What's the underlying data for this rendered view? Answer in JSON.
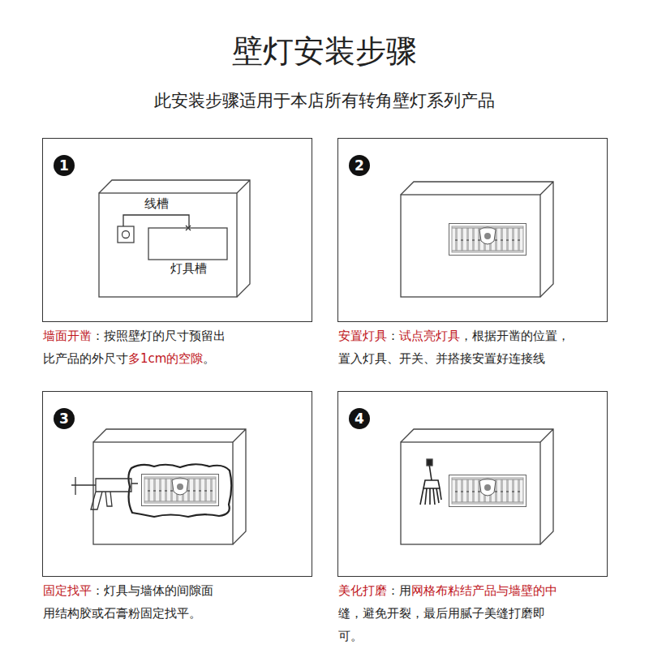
{
  "diagram": {
    "title": "壁灯安装步骤",
    "nodes": [
      {
        "text": [
          "1",
          "墙面开凿",
          "：按照壁灯的尺寸预留出 比产品的外尺寸",
          "多1cm的空隙",
          "。"
        ]
      },
      {
        "text": [
          "2",
          "安置灯具",
          "：",
          "试点亮灯具",
          "，根据开凿的位置， 置入灯具、开关、并搭接安置好连接线"
        ]
      },
      {
        "text": [
          "3",
          "固定找平",
          "：灯具与墙体的间隙面 用结构胶或石膏粉固定找平。"
        ]
      },
      {
        "text": [
          "4",
          "美化打磨",
          "：用",
          "网格布粘结产品与墙壁的中",
          "缝，避免开裂，最后用腻子美缝打磨即可。"
        ]
      }
    ],
    "labels": [
      "此安装步骤适用于本店所有转角壁灯系列产品",
      "线槽",
      "灯具槽"
    ]
  }
}
